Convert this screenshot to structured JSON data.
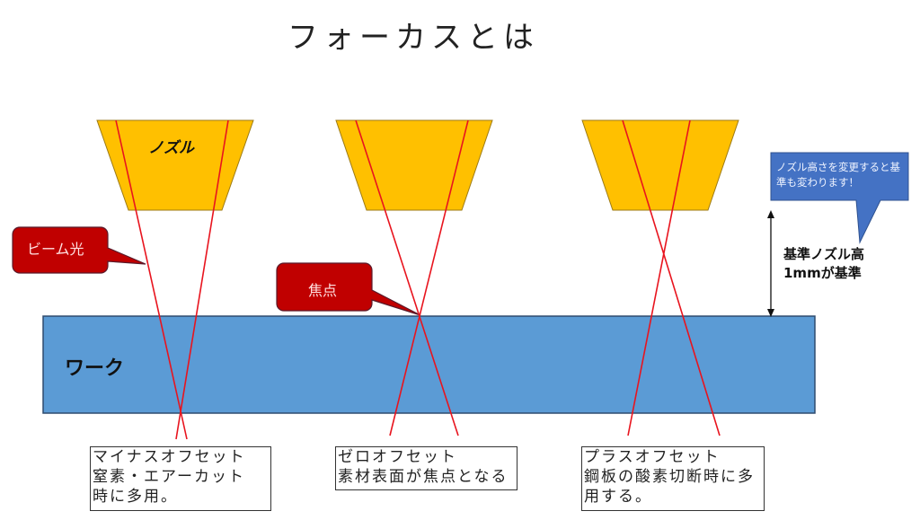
{
  "title": "フォーカスとは",
  "colors": {
    "nozzle_fill": "#FFC000",
    "nozzle_stroke": "#9C7A14",
    "beam": "#E8141E",
    "work_fill": "#5B9BD5",
    "work_stroke": "#2F4B6E",
    "callout_red": "#C00000",
    "callout_blue": "#4472C4"
  },
  "nozzle": {
    "label": "ノズル"
  },
  "work": {
    "label": "ワーク"
  },
  "callouts": {
    "beam": "ビーム光",
    "focus": "焦点",
    "nozzle_height_note": "ノズル高さを変更すると基準も変わります！"
  },
  "reference_height": {
    "line1": "基準ノズル高",
    "line2": "1mmが基準"
  },
  "offsets": [
    {
      "name": "minus",
      "lines": [
        "マイナスオフセット",
        "窒素・エアーカット",
        "時に多用。"
      ]
    },
    {
      "name": "zero",
      "lines": [
        "ゼロオフセット",
        "素材表面が焦点となる"
      ]
    },
    {
      "name": "plus",
      "lines": [
        "プラスオフセット",
        "鋼板の酸素切断時に多",
        "用する。"
      ]
    }
  ]
}
